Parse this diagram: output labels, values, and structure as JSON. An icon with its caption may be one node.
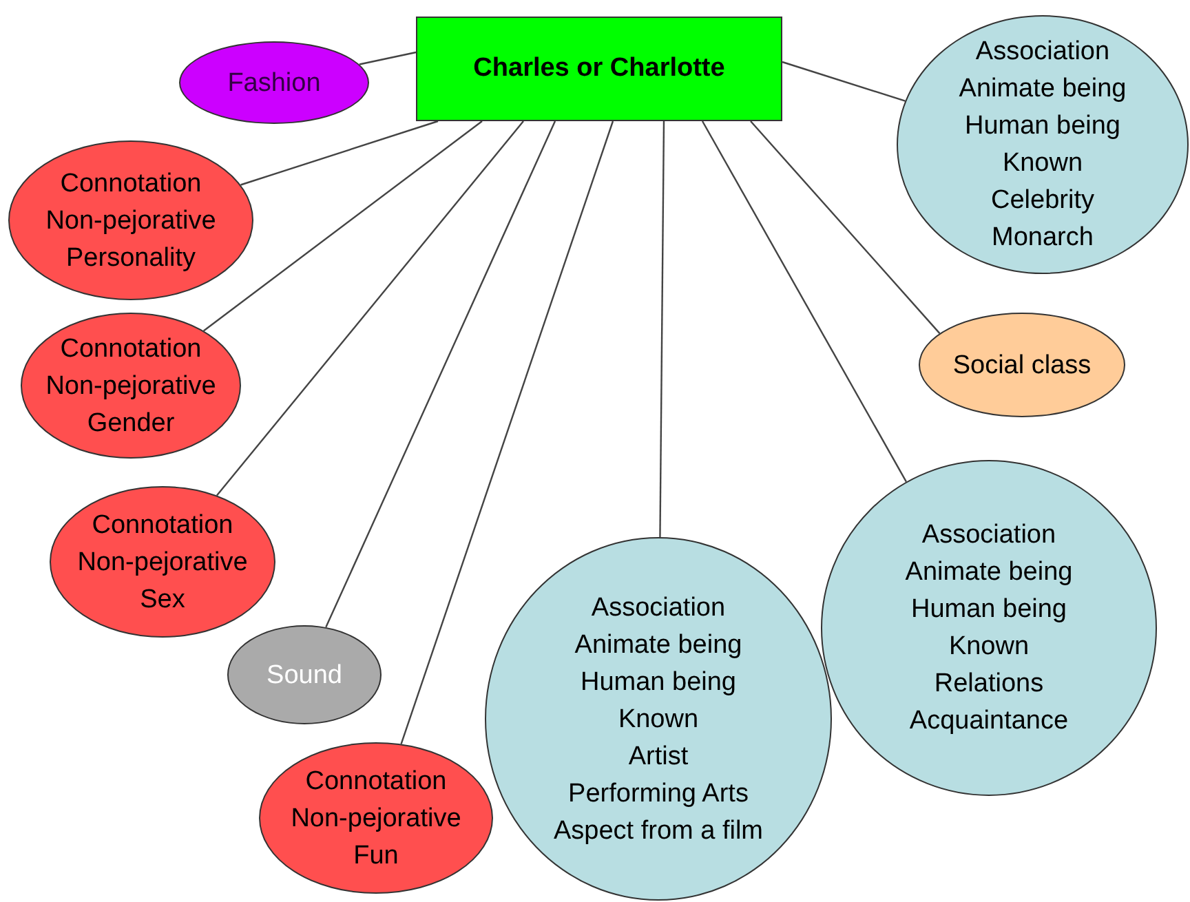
{
  "diagram": {
    "nodes": [
      {
        "text": [
          "Charles or Charlotte"
        ]
      },
      {
        "text": [
          "Fashion"
        ]
      },
      {
        "text": [
          "Connotation",
          "Non-pejorative",
          "Personality"
        ]
      },
      {
        "text": [
          "Connotation",
          "Non-pejorative",
          "Gender"
        ]
      },
      {
        "text": [
          "Connotation",
          "Non-pejorative",
          "Sex"
        ]
      },
      {
        "text": [
          "Sound"
        ]
      },
      {
        "text": [
          "Connotation",
          "Non-pejorative",
          "Fun"
        ]
      },
      {
        "text": [
          "Association",
          "Animate being",
          "Human being",
          "Known",
          "Artist",
          "Performing Arts",
          "Aspect from a film"
        ]
      },
      {
        "text": [
          "Association",
          "Animate being",
          "Human being",
          "Known",
          "Relations",
          "Acquaintance"
        ]
      },
      {
        "text": [
          "Social class"
        ]
      },
      {
        "text": [
          "Association",
          "Animate being",
          "Human being",
          "Known",
          "Celebrity",
          "Monarch"
        ]
      }
    ],
    "edges": [
      {
        "from": 0,
        "to": 1,
        "arrow": "none"
      },
      {
        "from": 0,
        "to": 2,
        "arrow": "none"
      },
      {
        "from": 0,
        "to": 3,
        "arrow": "none"
      },
      {
        "from": 0,
        "to": 4,
        "arrow": "none"
      },
      {
        "from": 0,
        "to": 5,
        "arrow": "none"
      },
      {
        "from": 0,
        "to": 6,
        "arrow": "none"
      },
      {
        "from": 0,
        "to": 7,
        "arrow": "none"
      },
      {
        "from": 0,
        "to": 8,
        "arrow": "none"
      },
      {
        "from": 0,
        "to": 9,
        "arrow": "none"
      },
      {
        "from": 0,
        "to": 10,
        "arrow": "none"
      }
    ]
  }
}
